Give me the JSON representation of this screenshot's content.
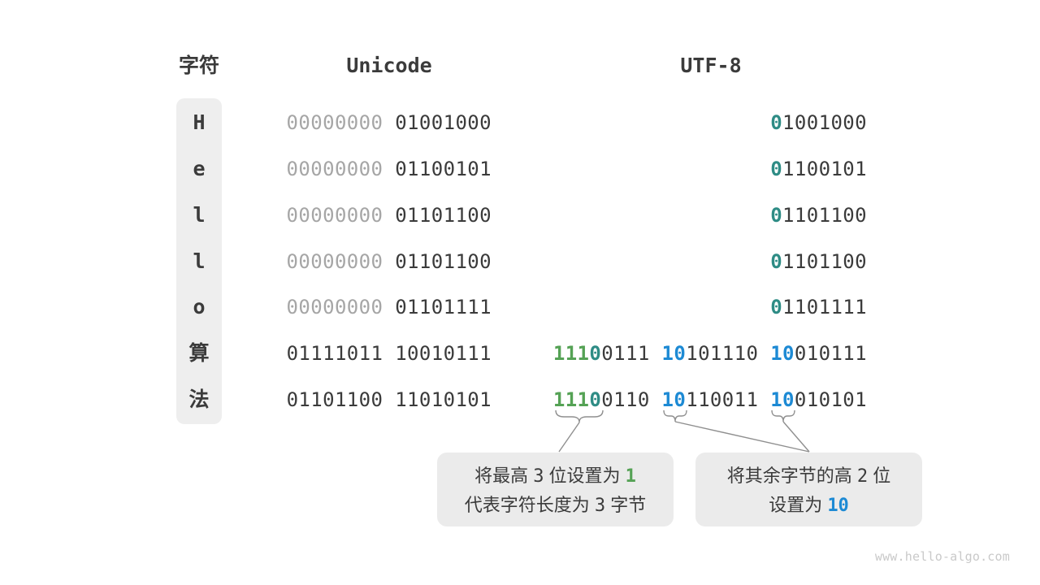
{
  "page": {
    "watermark": "www.hello-algo.com"
  },
  "colors": {
    "dark": "#3b3b3b",
    "gray": "#a6a6a6",
    "green": "#55a255",
    "teal": "#2e8c85",
    "blue": "#1d8ad4",
    "char_column_bg": "#eeeeee",
    "callout_bg": "#ebebeb",
    "connector": "#8f8f8f",
    "watermark": "#c9c9c9"
  },
  "table": {
    "headers": {
      "char": "字符",
      "unicode": "Unicode",
      "utf8": "UTF-8"
    },
    "rows": [
      {
        "char": "H",
        "unicode": [
          [
            "gray",
            "00000000 "
          ],
          [
            "dark",
            "01001000"
          ]
        ],
        "utf8": [
          [
            "teal",
            "0"
          ],
          [
            "dark",
            "1001000"
          ]
        ]
      },
      {
        "char": "e",
        "unicode": [
          [
            "gray",
            "00000000 "
          ],
          [
            "dark",
            "01100101"
          ]
        ],
        "utf8": [
          [
            "teal",
            "0"
          ],
          [
            "dark",
            "1100101"
          ]
        ]
      },
      {
        "char": "l",
        "unicode": [
          [
            "gray",
            "00000000 "
          ],
          [
            "dark",
            "01101100"
          ]
        ],
        "utf8": [
          [
            "teal",
            "0"
          ],
          [
            "dark",
            "1101100"
          ]
        ]
      },
      {
        "char": "l",
        "unicode": [
          [
            "gray",
            "00000000 "
          ],
          [
            "dark",
            "01101100"
          ]
        ],
        "utf8": [
          [
            "teal",
            "0"
          ],
          [
            "dark",
            "1101100"
          ]
        ]
      },
      {
        "char": "o",
        "unicode": [
          [
            "gray",
            "00000000 "
          ],
          [
            "dark",
            "01101111"
          ]
        ],
        "utf8": [
          [
            "teal",
            "0"
          ],
          [
            "dark",
            "1101111"
          ]
        ]
      },
      {
        "char": "算",
        "unicode": [
          [
            "dark",
            "01111011 10010111"
          ]
        ],
        "utf8": [
          [
            "green",
            "111"
          ],
          [
            "teal",
            "0"
          ],
          [
            "dark",
            "0111 "
          ],
          [
            "blue",
            "10"
          ],
          [
            "dark",
            "101110 "
          ],
          [
            "blue",
            "10"
          ],
          [
            "dark",
            "010111"
          ]
        ]
      },
      {
        "char": "法",
        "unicode": [
          [
            "dark",
            "01101100 11010101"
          ]
        ],
        "utf8": [
          [
            "green",
            "111"
          ],
          [
            "teal",
            "0"
          ],
          [
            "dark",
            "0110 "
          ],
          [
            "blue",
            "10"
          ],
          [
            "dark",
            "110011 "
          ],
          [
            "blue",
            "10"
          ],
          [
            "dark",
            "010101"
          ]
        ]
      }
    ]
  },
  "callouts": {
    "first": {
      "line1": [
        [
          "cjk",
          "将最高 "
        ],
        [
          "num",
          "3"
        ],
        [
          "cjk",
          " 位设置为 "
        ],
        [
          "green",
          "1"
        ]
      ],
      "line2": [
        [
          "cjk",
          "代表字符长度为 "
        ],
        [
          "num",
          "3"
        ],
        [
          "cjk",
          " 字节"
        ]
      ]
    },
    "second": {
      "line1": [
        [
          "cjk",
          "将其余字节的高 "
        ],
        [
          "num",
          "2"
        ],
        [
          "cjk",
          " 位"
        ]
      ],
      "line2": [
        [
          "cjk",
          "设置为 "
        ],
        [
          "blue",
          "10"
        ]
      ]
    }
  }
}
